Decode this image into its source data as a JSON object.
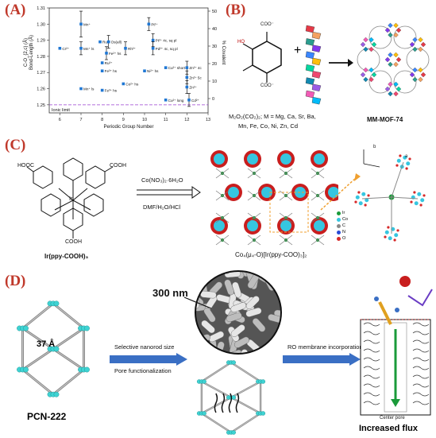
{
  "panels": {
    "a": {
      "label": "(A)"
    },
    "b": {
      "label": "(B)"
    },
    "c": {
      "label": "(C)"
    },
    "d": {
      "label": "(D)"
    }
  },
  "chart_data": {
    "type": "scatter",
    "xlabel": "Periodic Group Number",
    "ylabel": "C-O_{2,c} (Å)\nBond-Length (Å)",
    "y2label": "% Covalent\nMetal-Carboxylate Bond",
    "xlim": [
      5.5,
      13
    ],
    "ylim": [
      1.245,
      1.31
    ],
    "x_ticks": [
      "6",
      "7",
      "8",
      "9",
      "10",
      "11",
      "12",
      "13"
    ],
    "y_ticks": [
      "1.25",
      "1.26",
      "1.27",
      "1.28",
      "1.29",
      "1.30",
      "1.31"
    ],
    "y2_ticks": [
      "0",
      "10",
      "20",
      "30",
      "40",
      "50"
    ],
    "ionic_limit_label": "Ionic limit",
    "ionic_limit_value": 1.25,
    "points": [
      {
        "label": "Cr²⁺",
        "x": 6.0,
        "y": 1.285,
        "err": 0.0
      },
      {
        "label": "Mn⁺",
        "x": 7.0,
        "y": 1.3,
        "err": 0.008
      },
      {
        "label": "Mn⁺ ls",
        "x": 7.0,
        "y": 1.285,
        "err": 0.004
      },
      {
        "label": "Mn⁺ ls",
        "x": 7.0,
        "y": 1.26,
        "err": 0.0
      },
      {
        "label": "Ru²⁺",
        "x": 7.9,
        "y": 1.289,
        "err": 0.0
      },
      {
        "label": "Os(all)",
        "x": 8.3,
        "y": 1.289,
        "err": 0.004
      },
      {
        "label": "Fe²⁺ hs",
        "x": 8.2,
        "y": 1.282,
        "err": 0.004
      },
      {
        "label": "Ru³⁺",
        "x": 8.0,
        "y": 1.276,
        "err": 0.0
      },
      {
        "label": "Fe³⁺ hs",
        "x": 8.0,
        "y": 1.271,
        "err": 0.0
      },
      {
        "label": "Fe³⁺ hs",
        "x": 8.0,
        "y": 1.259,
        "err": 0.0
      },
      {
        "label": "Rh²⁺",
        "x": 9.1,
        "y": 1.285,
        "err": 0.004
      },
      {
        "label": "Co²⁺ hs",
        "x": 9.0,
        "y": 1.263,
        "err": 0.0
      },
      {
        "label": "Ni²⁺ hs",
        "x": 10.0,
        "y": 1.271,
        "err": 0.0
      },
      {
        "label": "Pt²⁺",
        "x": 10.2,
        "y": 1.3,
        "err": 0.004
      },
      {
        "label": "Pt²⁺ 4c, sq pl",
        "x": 10.4,
        "y": 1.29,
        "err": 0.004
      },
      {
        "label": "Pd²⁺ 4c, sq pl",
        "x": 10.4,
        "y": 1.285,
        "err": 0.004
      },
      {
        "label": "Cu²⁺ short",
        "x": 11.0,
        "y": 1.273,
        "err": 0.0
      },
      {
        "label": "Cu²⁺ long",
        "x": 11.0,
        "y": 1.253,
        "err": 0.0
      },
      {
        "label": "Zn²⁺ 4c",
        "x": 12.0,
        "y": 1.273,
        "err": 0.004
      },
      {
        "label": "Zn²⁺ 5c",
        "x": 12.0,
        "y": 1.267,
        "err": 0.004
      },
      {
        "label": "Zn²⁺",
        "x": 12.0,
        "y": 1.261,
        "err": 0.004
      },
      {
        "label": "Cd²⁺",
        "x": 12.1,
        "y": 1.253,
        "err": 0.004
      }
    ]
  },
  "panel_b": {
    "formula": "M₂O₂(CO₂)₂; M = Mg, Ca, Sr, Ba,",
    "formula2": "Mn, Fe, Co, Ni, Zn, Cd",
    "product": "MM-MOF-74",
    "plus": "+",
    "group_label": "COO⁻",
    "group_label2": "COO⁻"
  },
  "panel_c": {
    "ligand_name": "Ir(ppy-COOH)₃",
    "reagent": "Co(NO₃)₂·6H₂O",
    "conditions": "DMF/H₂O/HCl",
    "product_name": "Co₄(μ₄-O)[Ir(ppy-COO)₃]₂",
    "cooh_1": "HOOC",
    "cooh_2": "COOH",
    "cooh_3": "COOH",
    "ir_label": "Ir",
    "axis_b": "b",
    "axis_a": "a",
    "legend": [
      "Ir",
      "Co",
      "C",
      "N",
      "O"
    ]
  },
  "panel_d": {
    "sem_label": "300 nm",
    "pore_label": "37 Å",
    "mof_name": "PCN-222",
    "step1_a": "Selective nanorod size",
    "step1_b": "Pore functionalization",
    "step2": "RO membrane incorporation",
    "center_pore": "Center pore",
    "result": "Increased flux"
  },
  "colors": {
    "label_red": "#c0392b",
    "arrow_blue": "#3a6fc4",
    "mof_cyan": "#3fd3d3"
  }
}
